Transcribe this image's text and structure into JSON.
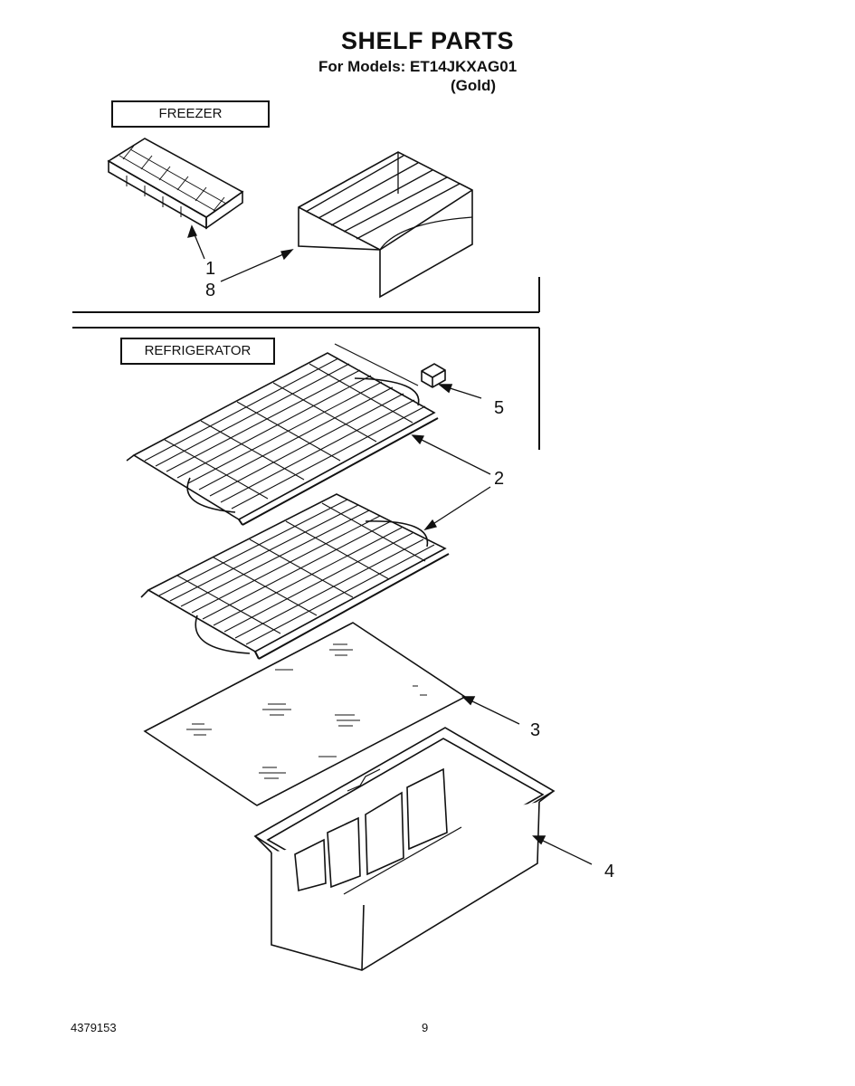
{
  "header": {
    "title": "SHELF PARTS",
    "models_line": "For Models: ET14JKXAG01",
    "color_line": "(Gold)"
  },
  "sections": {
    "freezer_label": "FREEZER",
    "refrigerator_label": "REFRIGERATOR"
  },
  "callouts": [
    "1",
    "8",
    "5",
    "2",
    "3",
    "4"
  ],
  "footer": {
    "doc_number": "4379153",
    "page_number": "9"
  }
}
